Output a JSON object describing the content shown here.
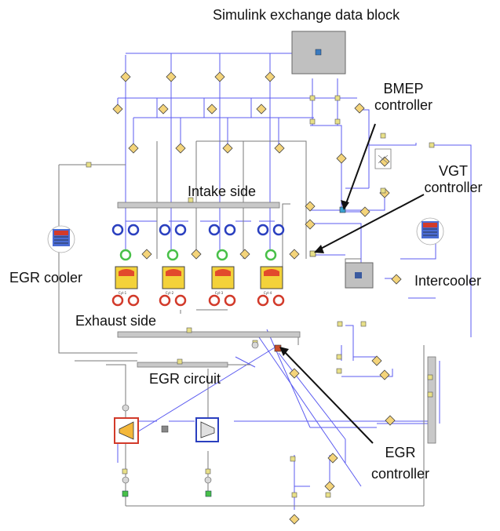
{
  "annotations": {
    "simulink_block": "Simulink exchange data block",
    "bmep_controller_line1": "BMEP",
    "bmep_controller_line2": "controller",
    "vgt_controller_line1": "VGT",
    "vgt_controller_line2": "controller",
    "intake_side": "Intake side",
    "egr_cooler": "EGR cooler",
    "intercooler": "Intercooler",
    "exhaust_side": "Exhaust side",
    "egr_circuit": "EGR circuit",
    "egr_controller_line1": "EGR",
    "egr_controller_line2": "controller"
  },
  "cylinders": [
    "Cyl-1",
    "Cyl-2",
    "Cyl-3",
    "Cyl-4"
  ],
  "colors": {
    "wire_blue": "#5b5bf0",
    "wire_gray": "#8a8a8a",
    "pipe_gray": "#c8c8c8",
    "cyl_yellow": "#f3d23a",
    "cyl_red": "#e24a2c",
    "turbine_orange": "#f4b83a",
    "injector_green": "#48c048"
  }
}
